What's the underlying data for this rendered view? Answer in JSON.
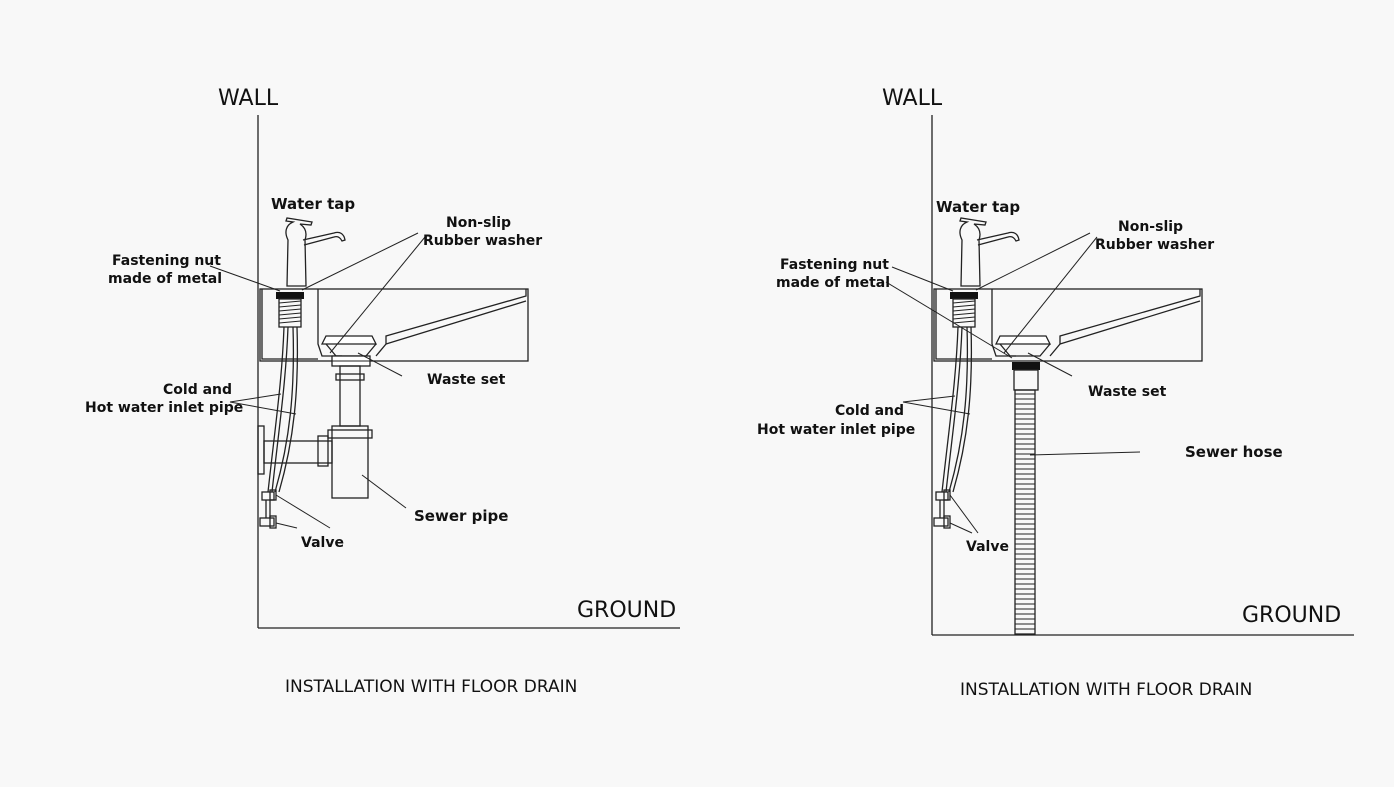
{
  "panels": [
    {
      "wall": "WALL",
      "ground": "GROUND",
      "water_tap": "Water tap",
      "washer": [
        "Non-slip",
        "Rubber washer"
      ],
      "nut": [
        "Fastening nut",
        "made of metal"
      ],
      "waste_set": "Waste set",
      "inlet": [
        "Cold and",
        "Hot water inlet pipe"
      ],
      "drain": "Sewer pipe",
      "valve": "Valve",
      "caption": "INSTALLATION WITH FLOOR DRAIN"
    },
    {
      "wall": "WALL",
      "ground": "GROUND",
      "water_tap": "Water tap",
      "washer": [
        "Non-slip",
        "Rubber washer"
      ],
      "nut": [
        "Fastening nut",
        "made of metal"
      ],
      "waste_set": "Waste set",
      "inlet": [
        "Cold and",
        "Hot water inlet pipe"
      ],
      "drain": "Sewer hose",
      "valve": "Valve",
      "caption": "INSTALLATION WITH FLOOR DRAIN"
    }
  ]
}
